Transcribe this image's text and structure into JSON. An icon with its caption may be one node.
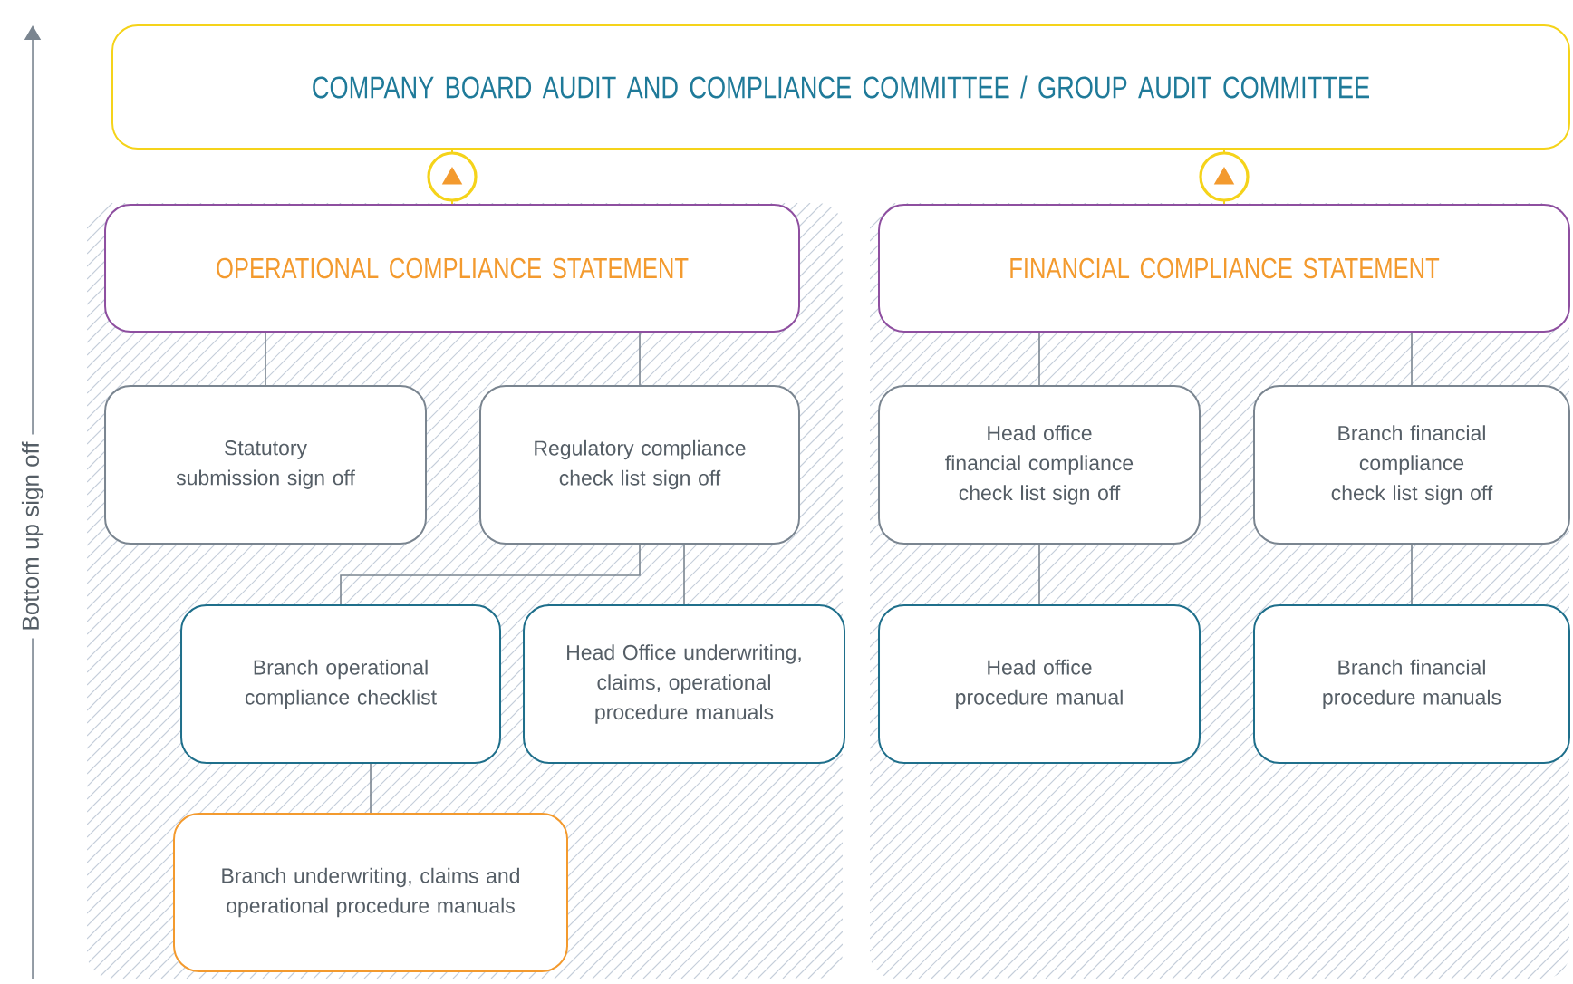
{
  "diagram": {
    "nodes": [
      {
        "text": [
          "COMPANY BOARD AUDIT AND COMPLIANCE COMMITTEE / GROUP AUDIT COMMITTEE"
        ]
      },
      {
        "text": [],
        "shape": "box"
      },
      {
        "text": [
          "OPERATIONAL COMPLIANCE STATEMENT"
        ],
        "in": 1
      },
      {
        "text": [
          "Statutory submission sign off"
        ],
        "in": 1
      },
      {
        "text": [
          "Regulatory compliance check list sign off"
        ],
        "in": 1
      },
      {
        "text": [
          "Branch operational compliance checklist"
        ],
        "in": 1
      },
      {
        "text": [
          "Head Office underwriting, claims, operational procedure manuals"
        ],
        "in": 1
      },
      {
        "text": [
          "Branch underwriting, claims and operational procedure manuals"
        ],
        "in": 1
      },
      {
        "text": [],
        "shape": "box"
      },
      {
        "text": [
          "FINANCIAL COMPLIANCE STATEMENT"
        ],
        "in": 8
      },
      {
        "text": [
          "Head office financial compliance check list sign off"
        ],
        "in": 8
      },
      {
        "text": [
          "Branch financial compliance check list sign off"
        ],
        "in": 8
      },
      {
        "text": [
          "Head office procedure manual"
        ],
        "in": 8
      },
      {
        "text": [
          "Branch financial procedure manuals"
        ],
        "in": 8
      }
    ],
    "edges": [
      {
        "from": 2,
        "to": 0,
        "arrow": "to",
        "color": "#f5d31a"
      },
      {
        "from": 9,
        "to": 0,
        "arrow": "to",
        "color": "#f5d31a"
      },
      {
        "from": 2,
        "to": 3,
        "arrow": "none"
      },
      {
        "from": 2,
        "to": 4,
        "arrow": "none"
      },
      {
        "from": 4,
        "to": 5,
        "arrow": "none"
      },
      {
        "from": 4,
        "to": 6,
        "arrow": "none"
      },
      {
        "from": 5,
        "to": 7,
        "arrow": "none"
      },
      {
        "from": 9,
        "to": 10,
        "arrow": "none"
      },
      {
        "from": 9,
        "to": 11,
        "arrow": "none"
      },
      {
        "from": 10,
        "to": 12,
        "arrow": "none"
      },
      {
        "from": 11,
        "to": 13,
        "arrow": "none"
      }
    ],
    "labels": [
      "Bottom up sign off"
    ]
  }
}
